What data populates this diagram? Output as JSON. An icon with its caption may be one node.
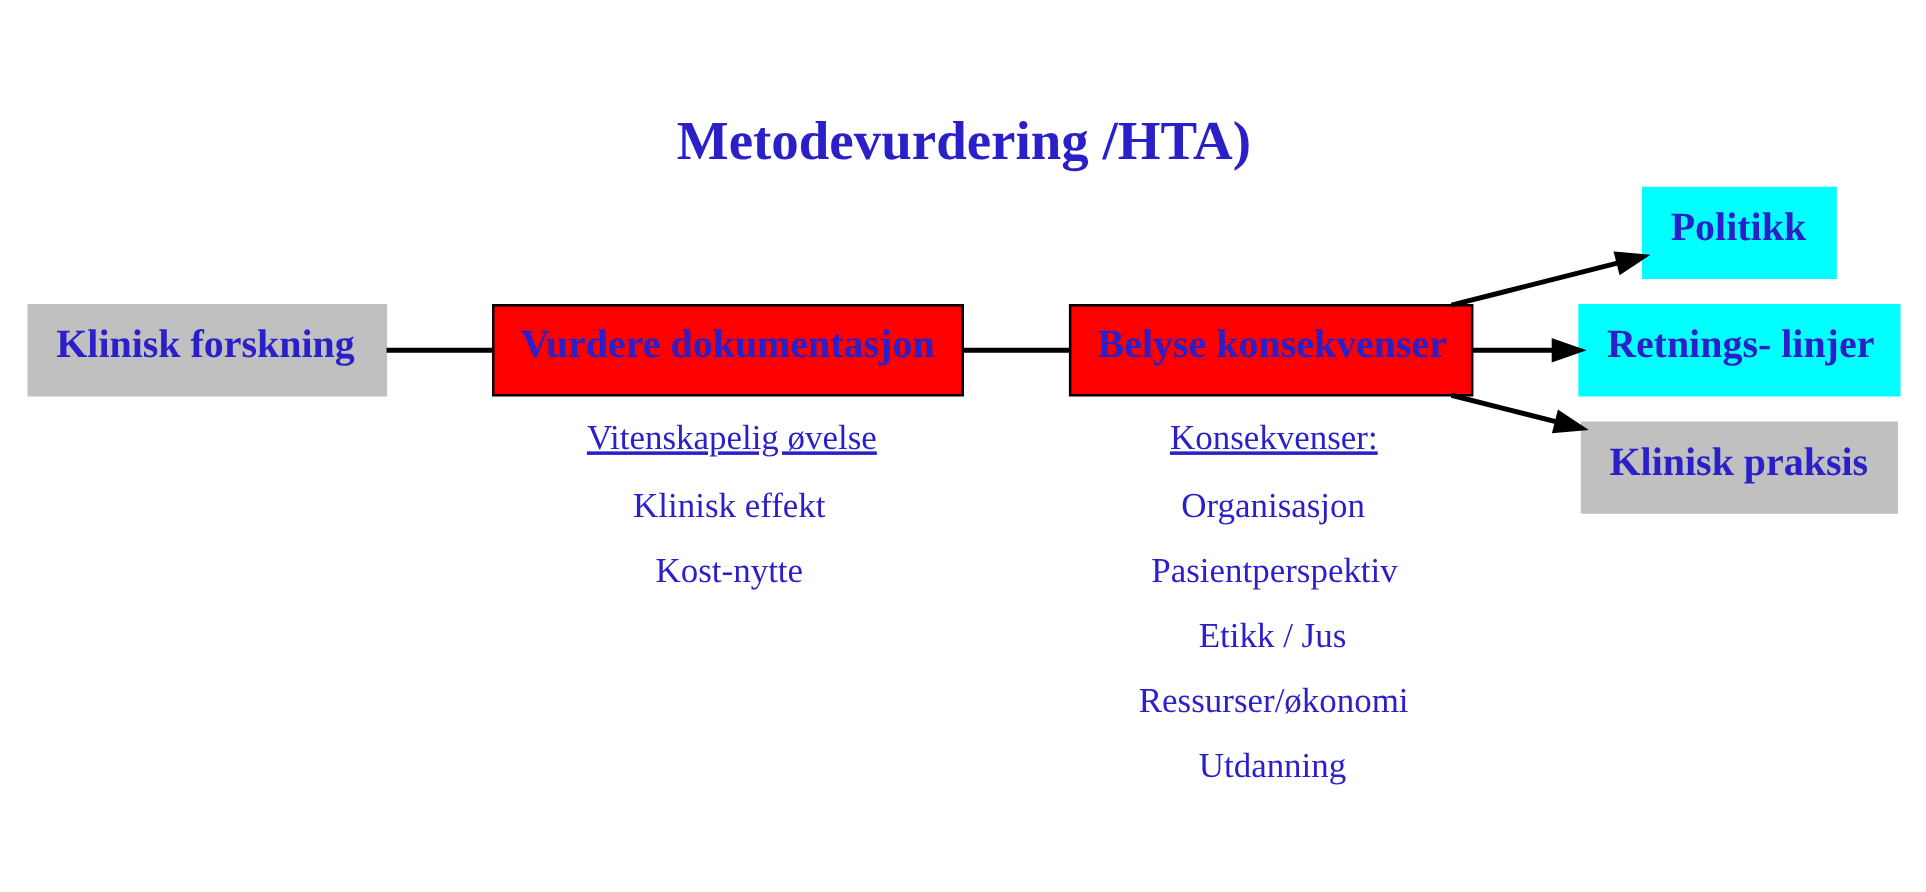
{
  "diagram": {
    "title": "Metodevurdering /HTA)",
    "nodes": [
      {
        "text": [
          "Klinisk forskning"
        ]
      },
      {
        "text": [
          "Vurdere dokumentasjon"
        ]
      },
      {
        "text": [
          "Belyse konsekvenser"
        ]
      },
      {
        "text": [
          "Politikk"
        ]
      },
      {
        "text": [
          "Retnings- linjer"
        ]
      },
      {
        "text": [
          "Klinisk praksis"
        ]
      }
    ],
    "edges": [
      {
        "from": 0,
        "to": 1,
        "arrow": "none"
      },
      {
        "from": 1,
        "to": 2,
        "arrow": "none"
      },
      {
        "from": 2,
        "to": 3,
        "arrow": "to"
      },
      {
        "from": 2,
        "to": 4,
        "arrow": "to"
      },
      {
        "from": 2,
        "to": 5,
        "arrow": "to"
      }
    ],
    "labels": [
      "Vitenskapelig øvelse",
      "Klinisk effekt",
      "Kost-nytte",
      "Konsekvenser:",
      "Organisasjon",
      "Pasientperspektiv",
      "Etikk / Jus",
      "Ressurser/økonomi",
      "Utdanning"
    ]
  }
}
